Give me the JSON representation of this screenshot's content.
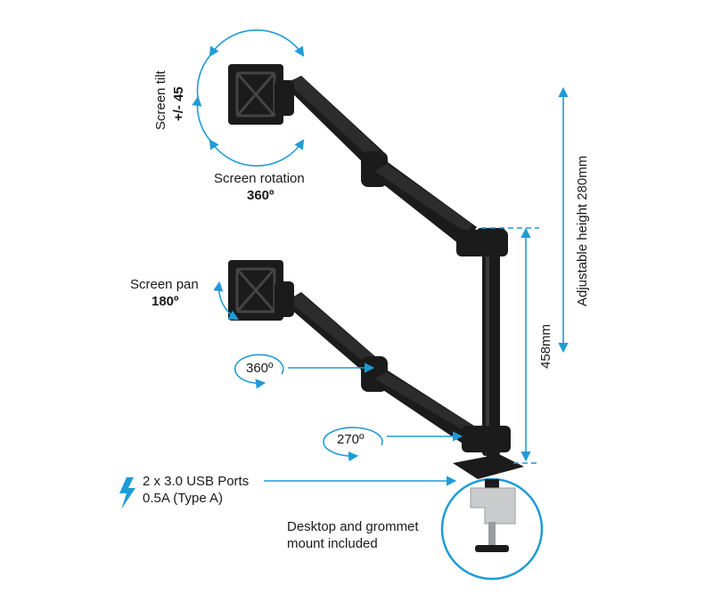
{
  "labels": {
    "tilt_title": "Screen tilt",
    "tilt_value": "+/- 45",
    "rotation_title": "Screen rotation",
    "rotation_value": "360º",
    "pan_title": "Screen pan",
    "pan_value": "180º",
    "arm_joint": "360º",
    "base_joint": "270º",
    "usb_line1": "2 x 3.0 USB Ports",
    "usb_line2": "0.5A (Type A)",
    "mount_line1": "Desktop and grommet",
    "mount_line2": "mount included",
    "height_adjust": "Adjustable height 280mm",
    "pole_height": "458mm"
  },
  "colors": {
    "accent": "#1f9bd7",
    "arm": "#1b1b1b",
    "arm_highlight": "#3a3a3a",
    "clamp_metal": "#c9cbcd"
  },
  "icons": {
    "usb": "lightning-bolt-icon"
  }
}
